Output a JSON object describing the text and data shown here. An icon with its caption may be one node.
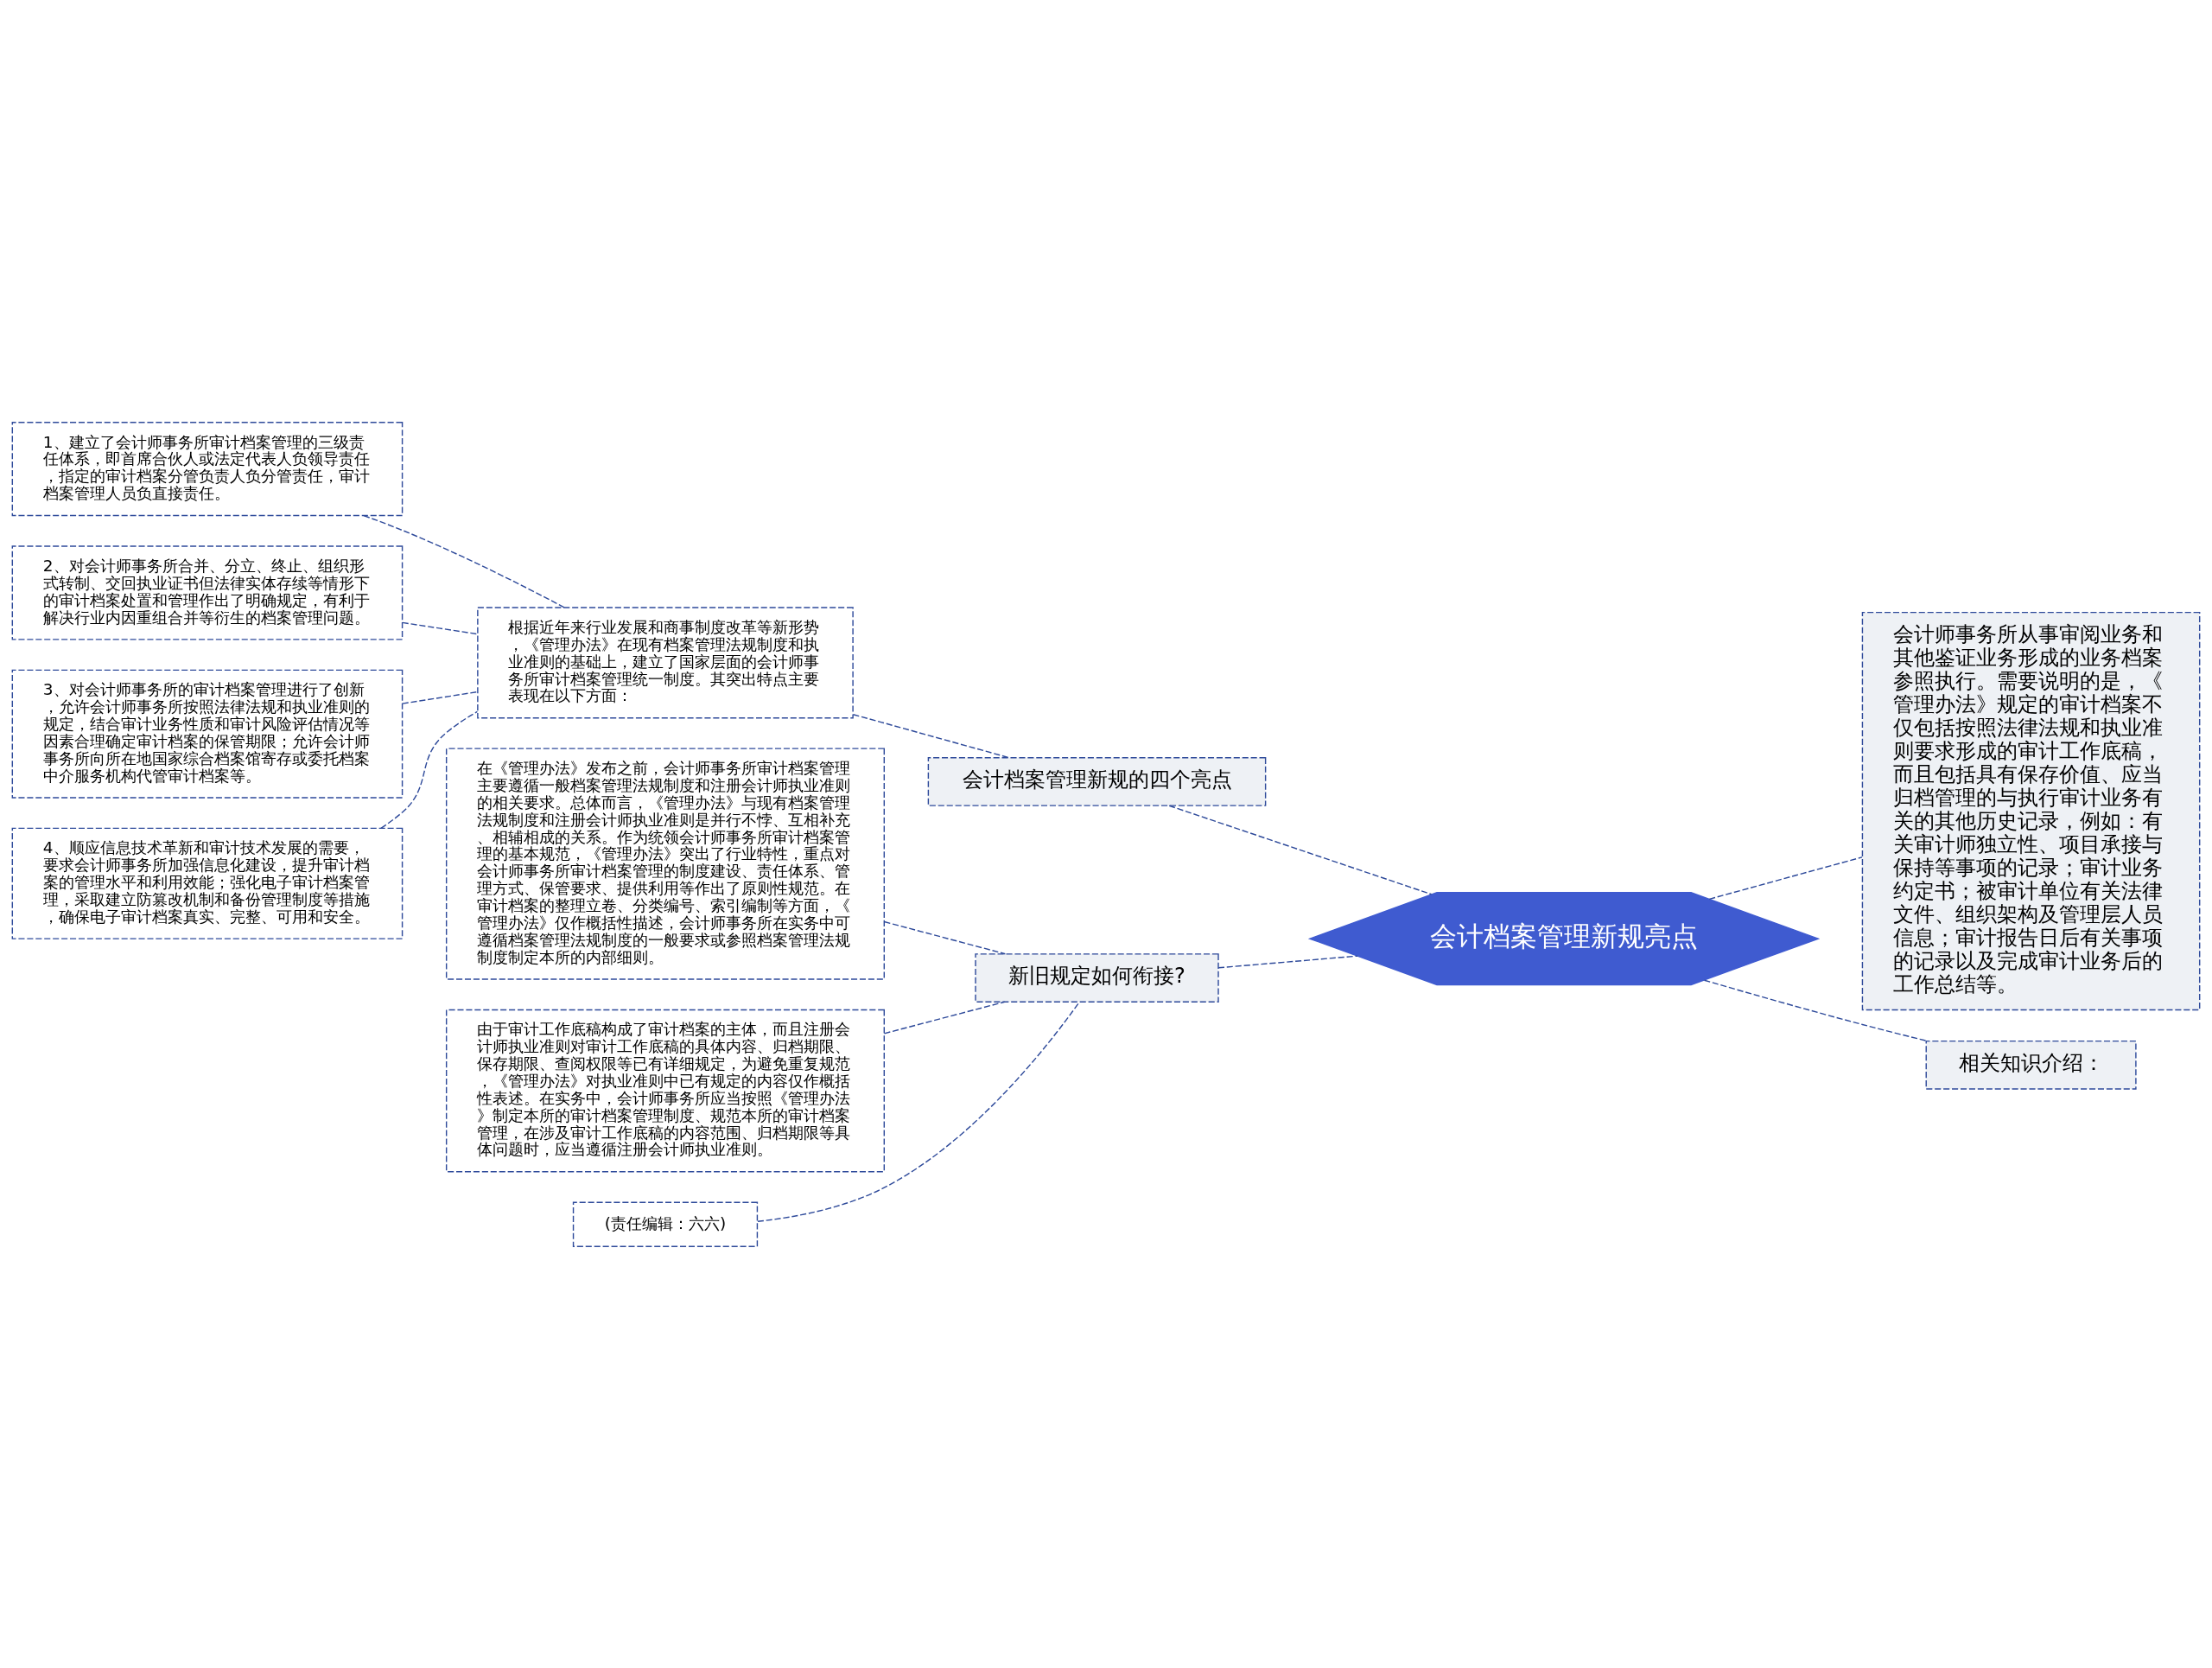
{
  "diagram": {
    "nodes": [
      {
        "text": [
          "会计档案管理新规亮点"
        ]
      },
      {
        "text": [
          "会计档案管理新规的四个亮点"
        ]
      },
      {
        "text": [
          "根据近年来行业发展和商事制度改革等新形势，《管理办法》在现有档案管理法规制度和执业准则的基础上，建立了国家层面的会计师事务所审计档案管理统一制度。其突出特点主要表现在以下方面："
        ]
      },
      {
        "text": [
          "1、建立了会计师事务所审计档案管理的三级责任体系，即首席合伙人或法定代表人负领导责任，指定的审计档案分管负责人负分管责任，审计档案管理人员负直接责任。"
        ]
      },
      {
        "text": [
          "2、对会计师事务所合并、分立、终止、组织形式转制、交回执业证书但法律实体存续等情形下的审计档案处置和管理作出了明确规定，有利于解决行业内因重组合并等衍生的档案管理问题。"
        ]
      },
      {
        "text": [
          "3、对会计师事务所的审计档案管理进行了创新，允许会计师事务所按照法律法规和执业准则的规定，结合审计业务性质和审计风险评估情况等因素合理确定审计档案的保管期限；允许会计师事务所向所在地国家综合档案馆寄存或委托档案中介服务机构代管审计档案等。"
        ]
      },
      {
        "text": [
          "4、顺应信息技术革新和审计技术发展的需要，要求会计师事务所加强信息化建设，提升审计档案的管理水平和利用效能；强化电子审计档案管理，采取建立防篡改机制和备份管理制度等措施，确保电子审计档案真实、完整、可用和安全。"
        ]
      },
      {
        "text": [
          "新旧规定如何衔接?"
        ]
      },
      {
        "text": [
          "在《管理办法》发布之前，会计师事务所审计档案管理主要遵循一般档案管理法规制度和注册会计师执业准则的相关要求。总体而言，《管理办法》与现有档案管理法规制度和注册会计师执业准则是并行不悖、互相补充、相辅相成的关系。作为统领会计师事务所审计档案管理的基本规范，《管理办法》突出了行业特性，重点对会计师事务所审计档案管理的制度建设、责任体系、管理方式、保管要求、提供利用等作出了原则性规范。在审计档案的整理立卷、分类编号、索引编制等方面，《管理办法》仅作概括性描述，会计师事务所在实务中可遵循档案管理法规制度的一般要求或参照档案管理法规制度制定本所的内部细则。"
        ]
      },
      {
        "text": [
          "由于审计工作底稿构成了审计档案的主体，而且注册会计师执业准则对审计工作底稿的具体内容、归档期限、保存期限、查阅权限等已有详细规定，为避免重复规范，《管理办法》对执业准则中已有规定的内容仅作概括性表述。在实务中，会计师事务所应当按照《管理办法》制定本所的审计档案管理制度、规范本所的审计档案管理，在涉及审计工作底稿的内容范围、归档期限等具体问题时，应当遵循注册会计师执业准则。"
        ]
      },
      {
        "text": [
          "(责任编辑：六六)"
        ]
      },
      {
        "text": [
          "会计师事务所从事审阅业务和其他鉴证业务形成的业务档案参照执行。需要说明的是，《管理办法》规定的审计档案不仅包括按照法律法规和执业准则要求形成的审计工作底稿，而且包括具有保存价值、应当归档管理的与执行审计业务有关的其他历史记录，例如：有关审计师独立性、项目承接与保持等事项的记录；审计业务约定书；被审计单位有关法律文件、组织架构及管理层人员信息；审计报告日后有关事项的记录以及完成审计业务后的工作总结等。"
        ]
      },
      {
        "text": [
          "相关知识介绍："
        ]
      }
    ],
    "edges": [
      {
        "from": 0,
        "to": 1,
        "arrow": "none",
        "style": "dashed"
      },
      {
        "from": 1,
        "to": 2,
        "arrow": "none",
        "style": "dashed"
      },
      {
        "from": 2,
        "to": 3,
        "arrow": "none",
        "style": "dashed"
      },
      {
        "from": 2,
        "to": 4,
        "arrow": "none",
        "style": "dashed"
      },
      {
        "from": 2,
        "to": 5,
        "arrow": "none",
        "style": "dashed"
      },
      {
        "from": 2,
        "to": 6,
        "arrow": "none",
        "style": "dashed"
      },
      {
        "from": 0,
        "to": 7,
        "arrow": "none",
        "style": "dashed"
      },
      {
        "from": 7,
        "to": 8,
        "arrow": "none",
        "style": "dashed"
      },
      {
        "from": 7,
        "to": 9,
        "arrow": "none",
        "style": "dashed"
      },
      {
        "from": 7,
        "to": 10,
        "arrow": "none",
        "style": "dashed"
      },
      {
        "from": 0,
        "to": 11,
        "arrow": "none",
        "style": "dashed"
      },
      {
        "from": 0,
        "to": 12,
        "arrow": "none",
        "style": "dashed"
      }
    ]
  }
}
